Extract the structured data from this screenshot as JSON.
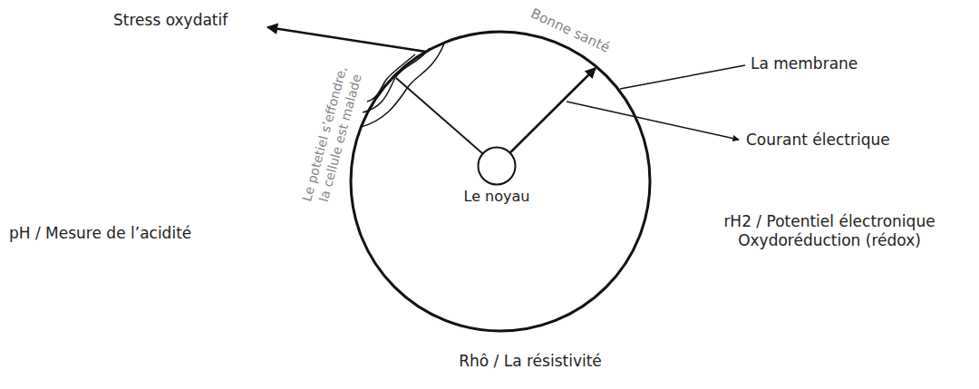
{
  "diagram": {
    "nodes": [
      {
        "text": [
          "Le noyau"
        ]
      }
    ],
    "labels": [
      "Stress oxydatif",
      "Le potetiel s’effondre, la cellule est malade",
      "Bonne santé",
      "La membrane",
      "Courant électrique",
      "pH / Mesure de l’acidité",
      "rH2 / Potentiel électronique Oxydoréduction (rédox)",
      "Rhô / La résistivité"
    ]
  }
}
